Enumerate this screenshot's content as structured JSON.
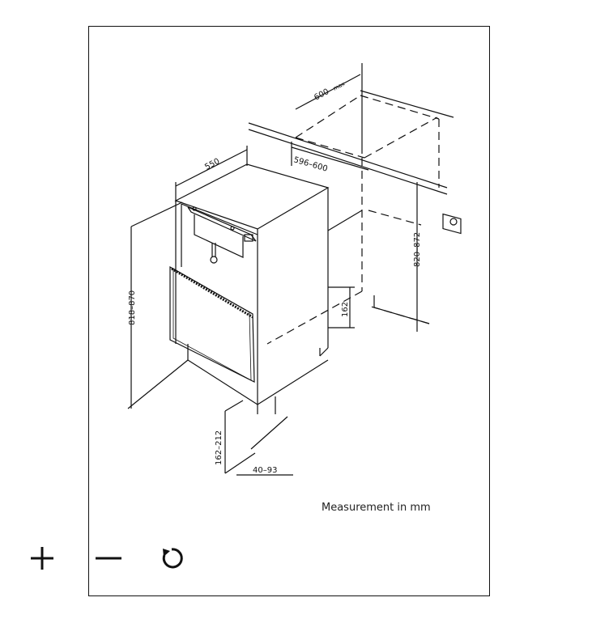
{
  "drawing": {
    "dimensions": {
      "d600max": "600",
      "max_suffix": "max",
      "d550": "550",
      "d596_600": "596–600",
      "d818_870": "818–870",
      "d820_872": "820–872",
      "d162": "162",
      "d162_212": "162–212",
      "d40_93": "40–93"
    },
    "caption": "Measurement in mm"
  },
  "toolbar": {
    "zoom_in": "zoom-in",
    "zoom_out": "zoom-out",
    "reset": "reset"
  }
}
